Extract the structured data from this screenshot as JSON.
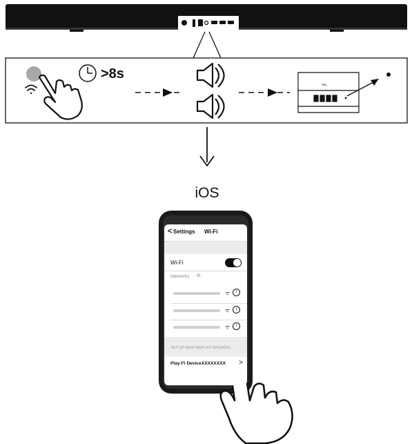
{
  "step": {
    "duration_label": ">8s"
  },
  "panel": {
    "brand": "TCL"
  },
  "platform_label": "iOS",
  "phone": {
    "back_glyph": "<",
    "back_label": "Settings",
    "title": "Wi-Fi",
    "wifi_label": "Wi-Fi",
    "wifi_on": true,
    "networks_label": "Networks",
    "networks": [
      {
        "wifi_glyph": "ᯤ",
        "info_glyph": "i"
      },
      {
        "wifi_glyph": "ᯤ",
        "info_glyph": "i"
      },
      {
        "wifi_glyph": "ᯤ",
        "info_glyph": "i"
      }
    ],
    "airplay_section": "SET UP NEW AIRPLAY SPEAKER...",
    "device_label": "Play-Fi DeviceXXXXXXXX",
    "chevron_glyph": ">"
  },
  "icons": [
    "soundbar",
    "button-led",
    "wifi",
    "hand-press",
    "clock",
    "arrow-right",
    "speaker",
    "router",
    "arrow-down",
    "smartphone",
    "spinner",
    "info"
  ],
  "colors": {
    "ink": "#111111",
    "led_button": "#a8a8a8",
    "panel_border": "#222222",
    "phone_body": "#1a1a1a"
  }
}
